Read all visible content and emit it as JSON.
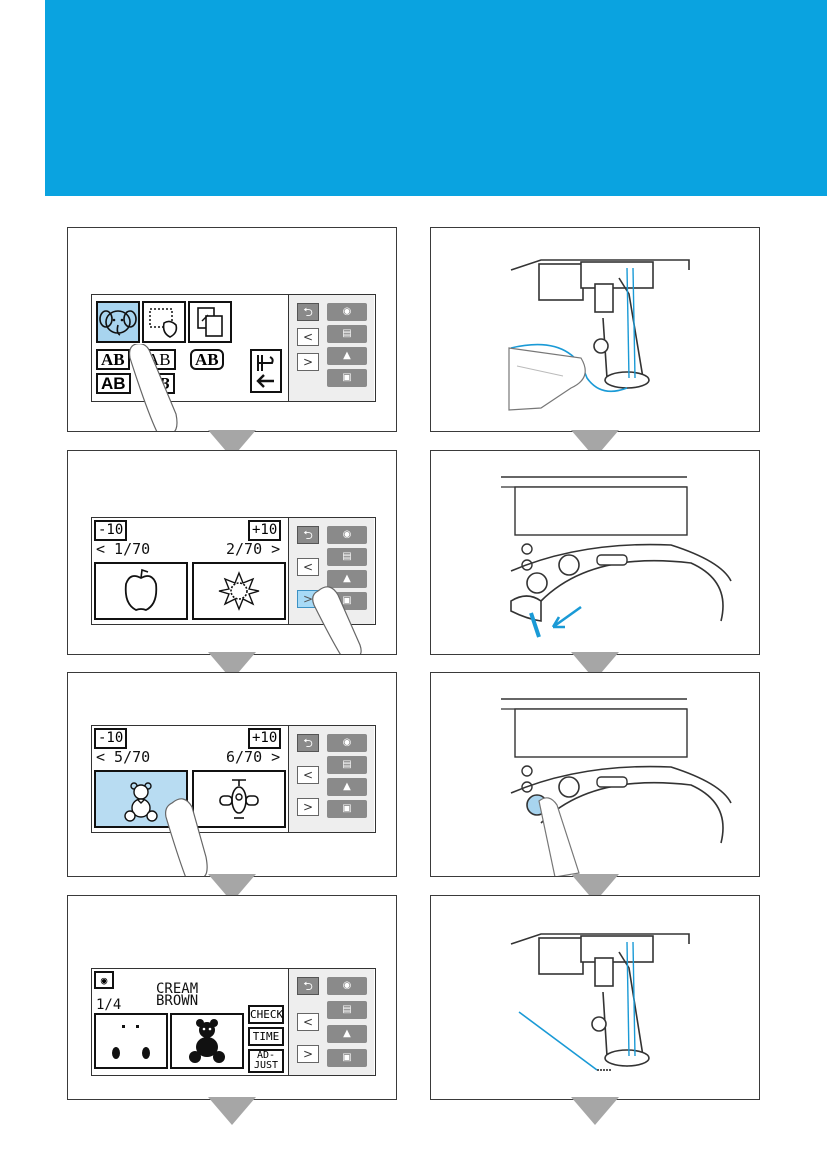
{
  "colors": {
    "banner": "#0aa3e0",
    "highlight": "#a8d4ef",
    "arrow": "#a6a6a6",
    "thread": "#1a9ad6"
  },
  "side_panel": {
    "back_icon": "⮌",
    "prev": "<",
    "next": ">",
    "icons": [
      "needle-icon",
      "document-icon",
      "machine-icon",
      "embroidery-icon"
    ]
  },
  "step1": {
    "category_letters": [
      "AB",
      "AB",
      "AB",
      "AB",
      "AB"
    ]
  },
  "step2": {
    "minus": "-10",
    "plus": "+10",
    "page_left": "< 1/70",
    "page_right": "2/70 >"
  },
  "step3": {
    "minus": "-10",
    "plus": "+10",
    "page_left": "< 5/70",
    "page_right": "6/70 >"
  },
  "step4": {
    "color_index": "1/4",
    "color_name_line1": "CREAM",
    "color_name_line2": "BROWN",
    "check_label": "CHECK",
    "time_label": "TIME",
    "adjust_line1": "AD-",
    "adjust_line2": "JUST"
  }
}
